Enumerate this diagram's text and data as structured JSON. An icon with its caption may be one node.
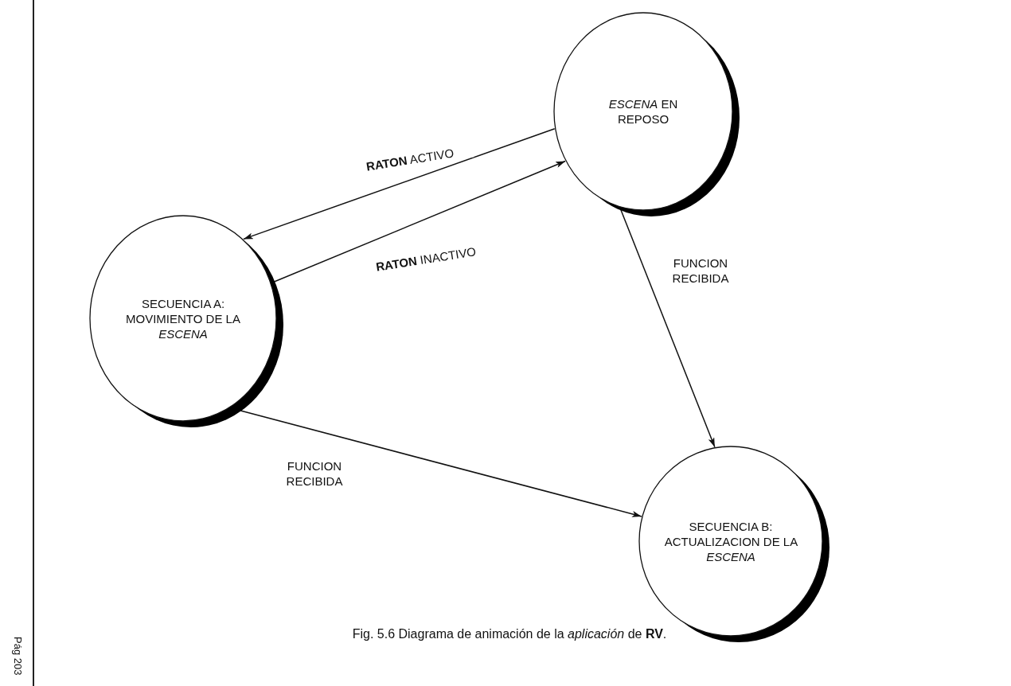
{
  "diagram": {
    "caption": "Fig. 5.6 Diagrama de animación de la *aplicación* de **RV**.",
    "nodes": [
      {
        "text": [
          "SECUENCIA A: MOVIMIENTO DE LA *ESCENA*"
        ]
      },
      {
        "text": [
          "*ESCENA* EN REPOSO"
        ]
      },
      {
        "text": [
          "SECUENCIA B: ACTUALIZACION DE LA *ESCENA*"
        ]
      }
    ],
    "edges": [
      {
        "from": 1,
        "to": 0,
        "arrow": "to",
        "label": "**RATON** ACTIVO"
      },
      {
        "from": 0,
        "to": 1,
        "arrow": "to",
        "label": "**RATON** INACTIVO"
      },
      {
        "from": 1,
        "to": 2,
        "arrow": "to",
        "label": "FUNCION RECIBIDA"
      },
      {
        "from": 0,
        "to": 2,
        "arrow": "to",
        "label": "FUNCION RECIBIDA"
      }
    ],
    "labels": [
      "Pág 203"
    ]
  }
}
